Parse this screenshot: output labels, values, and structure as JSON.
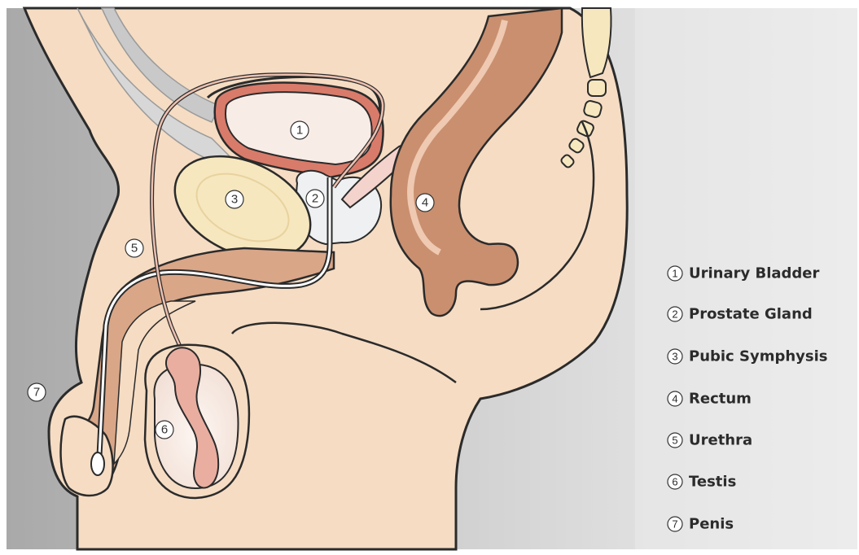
{
  "labels": [
    {
      "num": "1",
      "text": "Urinary Bladder"
    },
    {
      "num": "2",
      "text": "Prostate Gland"
    },
    {
      "num": "3",
      "text": "Pubic Symphysis"
    },
    {
      "num": "4",
      "text": "Rectum"
    },
    {
      "num": "5",
      "text": "Urethra"
    },
    {
      "num": "6",
      "text": "Testis"
    },
    {
      "num": "7",
      "text": "Penis"
    }
  ],
  "colors": {
    "skin": "#f5dcc3",
    "muscle": "#c98f6f",
    "bladder_wall": "#d97b6a",
    "bone": "#f6e7bf",
    "bg_gray": "#b9b9b9",
    "outline": "#2b2b2b"
  }
}
